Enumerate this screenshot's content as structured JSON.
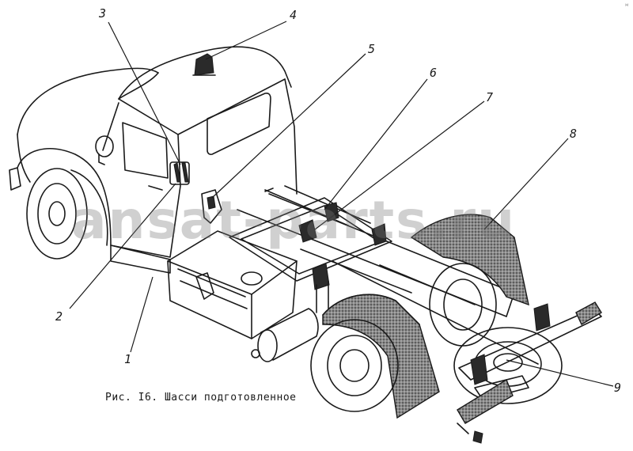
{
  "figure": {
    "caption": "Рис. I6. Шасси подготовленное",
    "watermark": "ansat-parts.ru",
    "corner_mark": "м",
    "callouts": [
      "1",
      "2",
      "3",
      "4",
      "5",
      "6",
      "7",
      "8",
      "9"
    ]
  }
}
